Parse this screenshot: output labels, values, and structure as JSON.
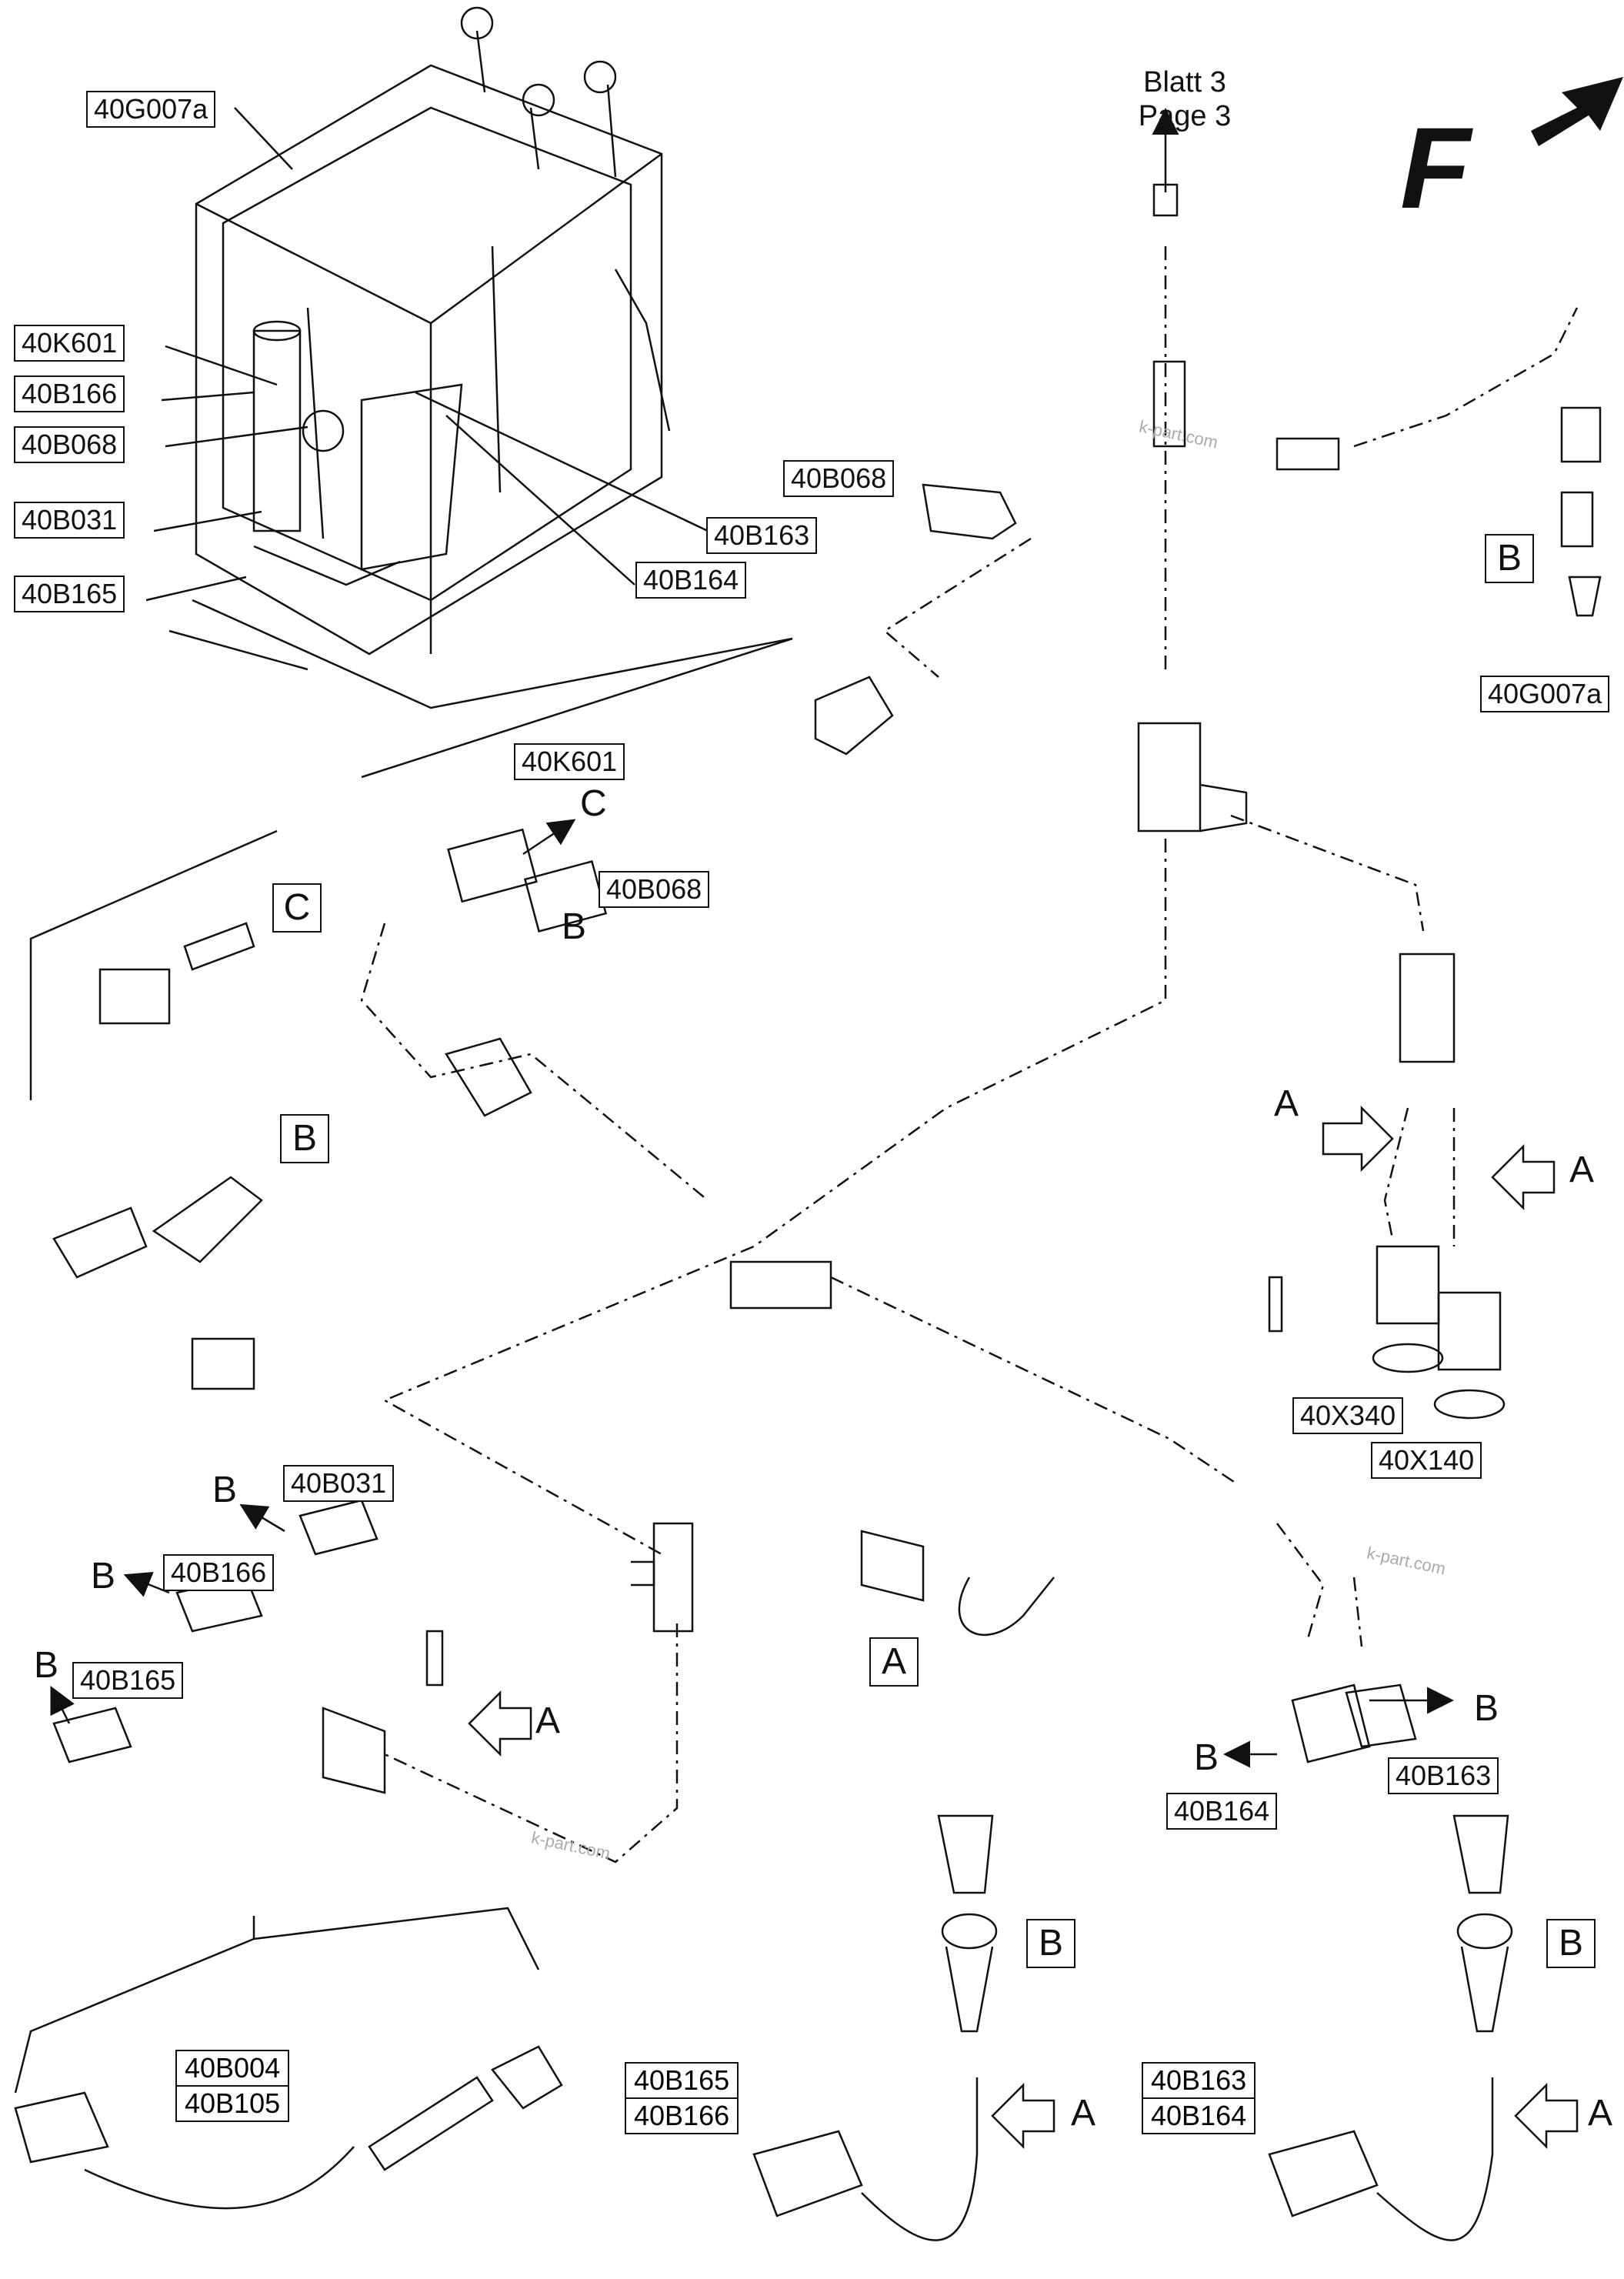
{
  "labels": {
    "g007a_top": "40G007a",
    "k601_top": "40K601",
    "b166_top": "40B166",
    "b068_top": "40B068",
    "b031_top": "40B031",
    "b165_top": "40B165",
    "b163_top": "40B163",
    "b164_top": "40B164",
    "b068_mid": "40B068",
    "k601_mid": "40K601",
    "b068_mid2": "40B068",
    "g007a_right": "40G007a",
    "x340": "40X340",
    "x140": "40X140",
    "b031_low": "40B031",
    "b166_low": "40B166",
    "b165_low": "40B165",
    "b164_low": "40B164",
    "b163_low": "40B163"
  },
  "stacks": {
    "left": [
      "40B004",
      "40B105"
    ],
    "middle": [
      "40B165",
      "40B166"
    ],
    "right": [
      "40B163",
      "40B164"
    ]
  },
  "page_ref": {
    "line1": "Blatt 3",
    "line2": "Page 3"
  },
  "direction_mark": "F",
  "letters": {
    "A": "A",
    "B": "B",
    "C": "C"
  },
  "watermark": "k-part.com",
  "colors": {
    "ink": "#111111",
    "paper": "#ffffff",
    "watermark": "#aaaaaa"
  }
}
